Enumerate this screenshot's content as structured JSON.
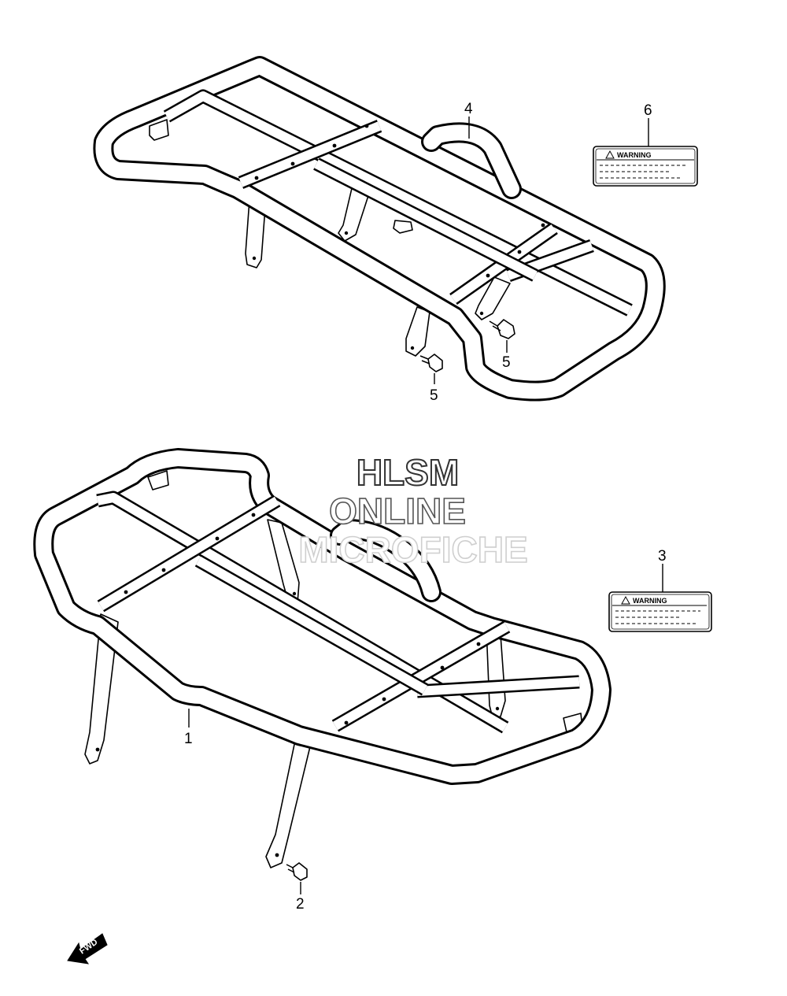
{
  "callouts": {
    "c1": "1",
    "c2": "2",
    "c3": "3",
    "c4": "4",
    "c5a": "5",
    "c5b": "5",
    "c6": "6"
  },
  "warning_labels": {
    "label_6": {
      "heading": "WARNING"
    },
    "label_3": {
      "heading": "WARNING"
    }
  },
  "watermark": {
    "line1": "HLSM",
    "line2": "ONLINE",
    "line3": "MICROFICHE"
  },
  "direction_indicator": {
    "text": "FWD",
    "icon": "fwd-arrow-icon"
  }
}
